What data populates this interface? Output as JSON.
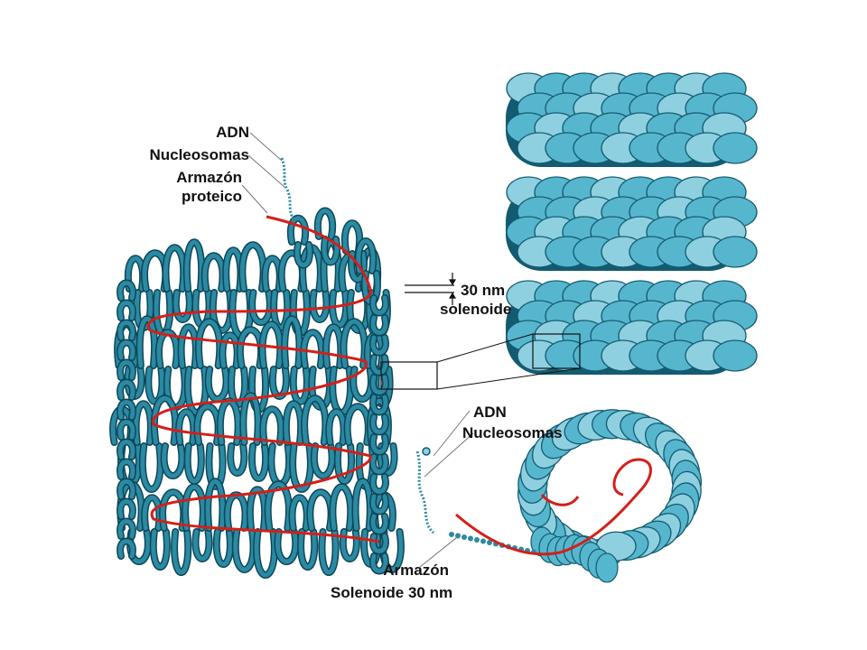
{
  "labels": {
    "left_dna": "ADN",
    "left_nucleosomes": "Nucleosomas",
    "left_scaffold_1": "Armazón",
    "left_scaffold_2": "proteico",
    "solenoid_width": "30 nm",
    "solenoid_name": "solenoide",
    "right_dna": "ADN",
    "right_nucleosomes": "Nucleosomas",
    "right_scaffold": "Armazón",
    "right_solenoid": "Solenoide 30 nm"
  },
  "colors": {
    "fiber": "#2b8aa3",
    "fiber_outline": "#0d4656",
    "nucleosome_fill": "#56b6cd",
    "nucleosome_light": "#8fd0e0",
    "nucleosome_edge": "#135b70",
    "scaffold": "#d41f1a",
    "leader": "#777777",
    "text": "#111111"
  }
}
